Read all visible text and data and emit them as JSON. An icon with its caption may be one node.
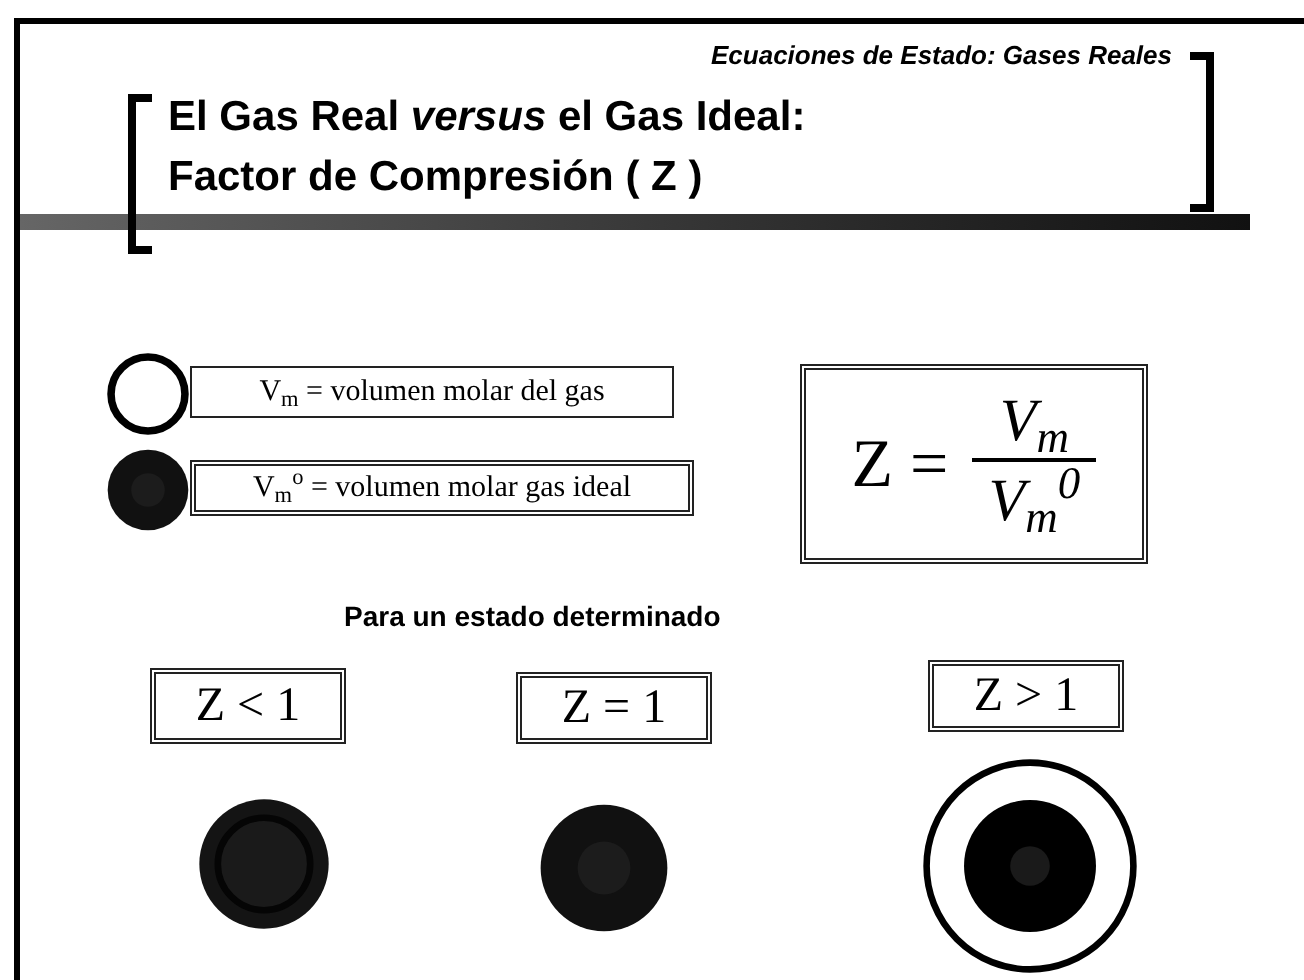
{
  "diagram": {
    "title": "El Gas Real *versus* el Gas Ideal: Factor de Compresión ( Z )",
    "nodes": [
      {
        "text": [],
        "shape": "circle"
      },
      {
        "text": [
          "V$_{m}$ = volumen molar del gas"
        ]
      },
      {
        "text": [],
        "shape": "circle"
      },
      {
        "text": [
          "V$_{m}$$^{o}$ = volumen molar gas ideal"
        ]
      },
      {
        "text": [
          "Z =",
          "V$_{m}$",
          "V$_{m}$$^{0}$"
        ]
      },
      {
        "text": [
          "Z < 1"
        ]
      },
      {
        "text": [
          "Z = 1"
        ]
      },
      {
        "text": [
          "Z > 1"
        ]
      },
      {
        "text": [],
        "shape": "circle"
      },
      {
        "text": [],
        "shape": "circle"
      },
      {
        "text": [],
        "shape": "circle"
      }
    ],
    "edges": [],
    "labels": [
      "Ecuaciones de Estado: Gases Reales",
      "Para un estado determinado"
    ]
  }
}
